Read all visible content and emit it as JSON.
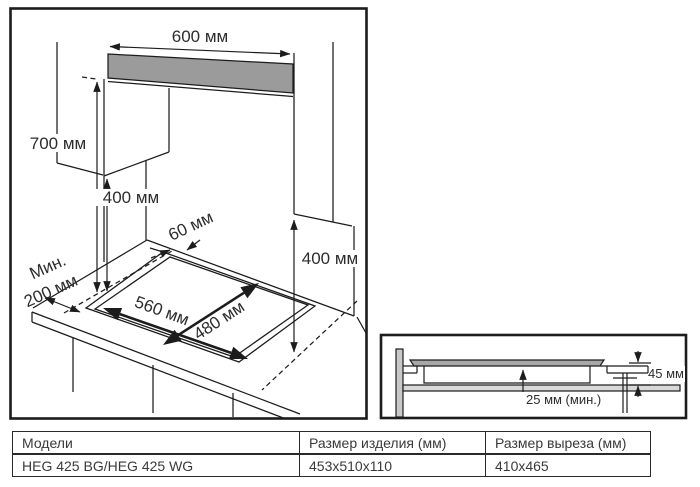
{
  "main_diagram": {
    "labels": {
      "d600": "600 мм",
      "d700": "700 мм",
      "d400_left": "400 мм",
      "d60": "60 мм",
      "dmin_line1": "Мин.",
      "dmin_line2": "200 мм",
      "d560": "560 мм",
      "d480": "480 мм",
      "d400_right": "400 мм"
    }
  },
  "inset_diagram": {
    "labels": {
      "d45": "45 мм",
      "d25": "25 мм (мин.)"
    }
  },
  "colors": {
    "hood_gray": "#9b9b9b",
    "flange_gray": "#a8a8a8",
    "wall_gray": "#c8c8c8",
    "shelf_gray": "#d8d8d8",
    "line": "#1c1c1c"
  },
  "table": {
    "headers": [
      "Модели",
      "Размер изделия (мм)",
      "Размер выреза (мм)"
    ],
    "rows": [
      [
        "HEG 425 BG/HEG 425 WG",
        "453x510x110",
        "410x465"
      ]
    ]
  }
}
